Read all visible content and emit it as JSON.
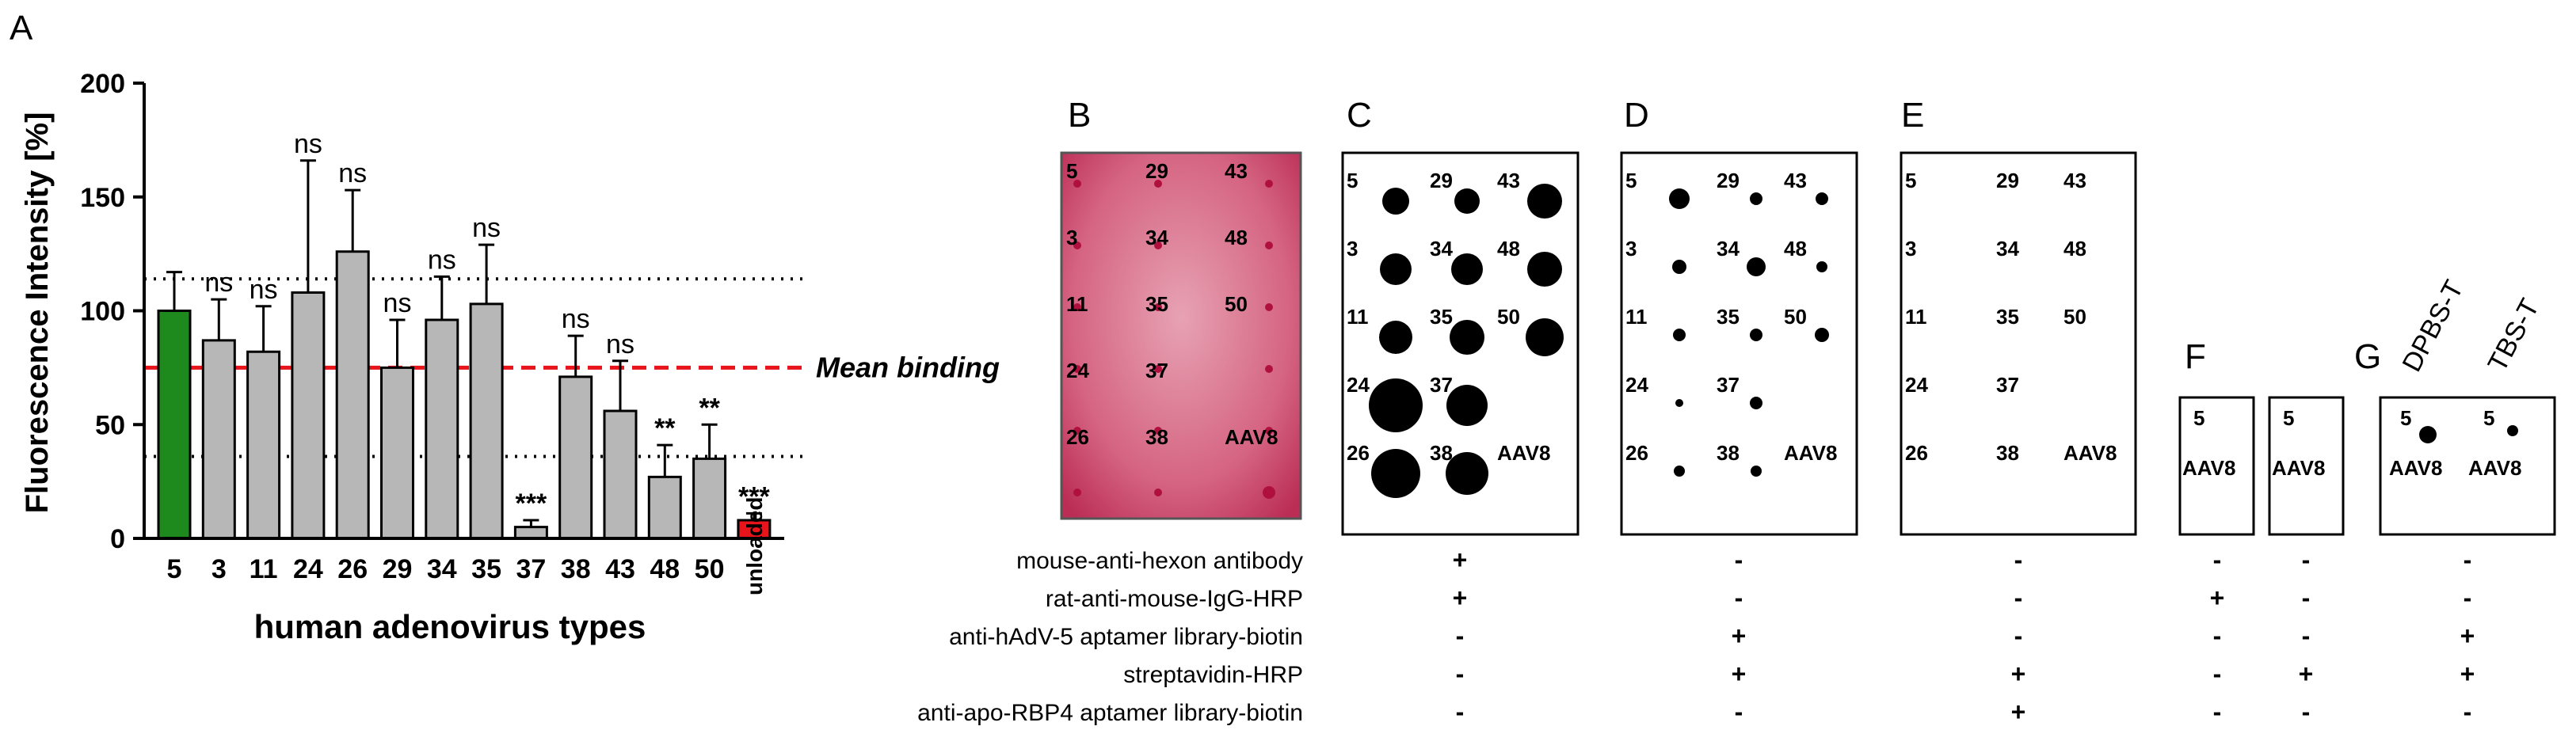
{
  "panel_labels": {
    "A": "A",
    "B": "B",
    "C": "C",
    "D": "D",
    "E": "E",
    "F": "F",
    "G": "G"
  },
  "chart_data": {
    "type": "bar",
    "ylabel": "Fluorescence Intensity [%]",
    "xlabel": "human adenovirus types",
    "ylim": [
      0,
      200
    ],
    "yticks": [
      "0",
      "50",
      "100",
      "150",
      "200"
    ],
    "categories": [
      "5",
      "3",
      "11",
      "24",
      "26",
      "29",
      "34",
      "35",
      "37",
      "38",
      "43",
      "48",
      "50",
      "unloaded"
    ],
    "values": [
      100,
      87,
      82,
      108,
      126,
      75,
      96,
      103,
      5,
      71,
      56,
      27,
      35,
      8
    ],
    "errors": [
      17,
      18,
      20,
      58,
      27,
      21,
      19,
      26,
      3,
      18,
      22,
      14,
      15,
      3
    ],
    "annotations": [
      "",
      "ns",
      "ns",
      "ns",
      "ns",
      "ns",
      "ns",
      "ns",
      "***",
      "ns",
      "ns",
      "**",
      "**",
      "***"
    ],
    "bar_colors": [
      "#1e8a1e",
      "#b7b7b7",
      "#b7b7b7",
      "#b7b7b7",
      "#b7b7b7",
      "#b7b7b7",
      "#b7b7b7",
      "#b7b7b7",
      "#b7b7b7",
      "#b7b7b7",
      "#b7b7b7",
      "#b7b7b7",
      "#b7b7b7",
      "#e8141b"
    ],
    "mean_binding": 75,
    "mean_binding_label": "Mean binding",
    "upper_dotted": 114,
    "lower_dotted": 36
  },
  "spots": {
    "grid_labels": [
      [
        "5",
        "29",
        "43"
      ],
      [
        "3",
        "34",
        "48"
      ],
      [
        "11",
        "35",
        "50"
      ],
      [
        "24",
        "37",
        ""
      ],
      [
        "26",
        "38",
        "AAV8"
      ]
    ],
    "C_sizes": [
      [
        17,
        16,
        22
      ],
      [
        20,
        20,
        22
      ],
      [
        21,
        22,
        24
      ],
      [
        34,
        26,
        0
      ],
      [
        31,
        27,
        0
      ]
    ],
    "D_sizes": [
      [
        13,
        8,
        8
      ],
      [
        9,
        12,
        7
      ],
      [
        8,
        8,
        9
      ],
      [
        5,
        8,
        0
      ],
      [
        7,
        7,
        0
      ]
    ],
    "F_labels": [
      "5",
      "AAV8"
    ],
    "G_labels": [
      "5",
      "AAV8"
    ],
    "G_columns": [
      "DPBS-T",
      "TBS-T"
    ]
  },
  "conditions": {
    "rows": [
      {
        "label": "mouse-anti-hexon antibody",
        "C": "+",
        "D": "-",
        "E": "-",
        "F1": "-",
        "F2": "-",
        "G": "-"
      },
      {
        "label": "rat-anti-mouse-IgG-HRP",
        "C": "+",
        "D": "-",
        "E": "-",
        "F1": "+",
        "F2": "-",
        "G": "-"
      },
      {
        "label": "anti-hAdV-5 aptamer library-biotin",
        "C": "-",
        "D": "+",
        "E": "-",
        "F1": "-",
        "F2": "-",
        "G": "+"
      },
      {
        "label": "streptavidin-HRP",
        "C": "-",
        "D": "+",
        "E": "+",
        "F1": "-",
        "F2": "+",
        "G": "+"
      },
      {
        "label": "anti-apo-RBP4 aptamer library-biotin",
        "C": "-",
        "D": "-",
        "E": "+",
        "F1": "-",
        "F2": "-",
        "G": "-"
      }
    ]
  }
}
